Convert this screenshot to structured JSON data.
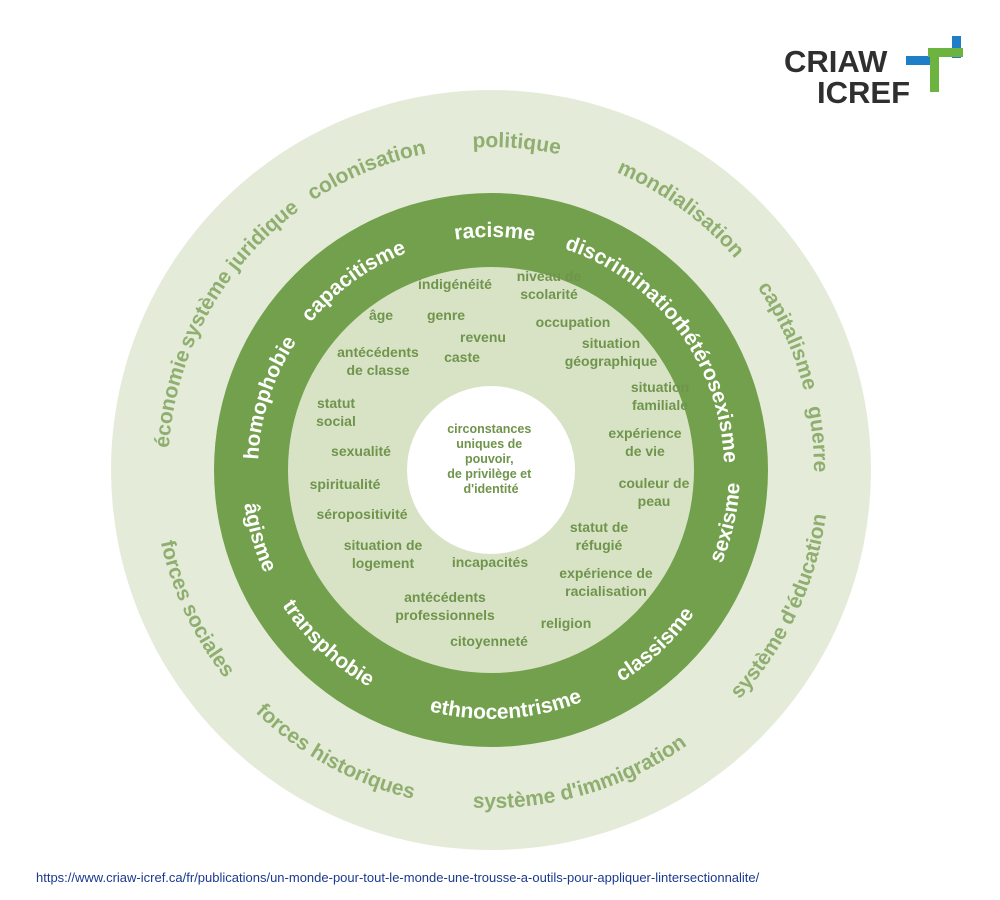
{
  "logo": {
    "line1": "CRIAW",
    "line2": "ICREF"
  },
  "rings": {
    "outer": [
      "colonisation",
      "politique",
      "mondialisation",
      "capitalisme",
      "guerre",
      "système d'éducation",
      "système d'immigration",
      "forces historiques",
      "forces sociales",
      "économie",
      "système juridique"
    ],
    "middle": [
      "racisme",
      "discrimination",
      "hétérosexisme",
      "sexisme",
      "classisme",
      "ethnocentrisme",
      "transphobie",
      "âgisme",
      "homophobie",
      "capacitisme"
    ],
    "inner": [
      [
        "indigénéité"
      ],
      [
        "niveau de",
        "scolarité"
      ],
      [
        "âge"
      ],
      [
        "genre"
      ],
      [
        "occupation"
      ],
      [
        "revenu"
      ],
      [
        "situation",
        "géographique"
      ],
      [
        "antécédents",
        "de classe"
      ],
      [
        "caste"
      ],
      [
        "situation",
        "familiale"
      ],
      [
        "statut",
        "social"
      ],
      [
        "expérience",
        "de vie"
      ],
      [
        "sexualité"
      ],
      [
        "spiritualité"
      ],
      [
        "couleur de",
        "peau"
      ],
      [
        "séropositivité"
      ],
      [
        "statut de",
        "réfugié"
      ],
      [
        "situation de",
        "logement"
      ],
      [
        "incapacités"
      ],
      [
        "expérience de",
        "racialisation"
      ],
      [
        "antécédents",
        "professionnels"
      ],
      [
        "religion"
      ],
      [
        "citoyenneté"
      ]
    ],
    "center": [
      "circonstances",
      "uniques de",
      "pouvoir,",
      "de privilège et",
      "d'identité"
    ]
  },
  "source_url": "https://www.criaw-icref.ca/fr/publications/un-monde-pour-tout-le-monde-une-trousse-a-outils-pour-appliquer-lintersectionnalite/",
  "colors": {
    "outer_ring": "#e4ecd9",
    "middle_ring": "#72a04c",
    "inner_ring": "#d8e3c6",
    "center": "#ffffff",
    "inner_text": "#6f944c",
    "logo_blue": "#1e7fc8",
    "logo_green": "#6db33f"
  }
}
